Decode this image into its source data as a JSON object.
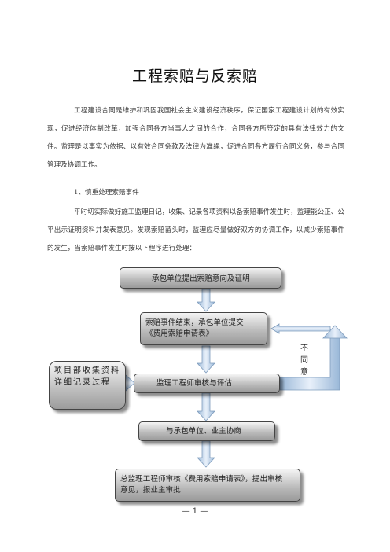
{
  "title": "工程索赔与反索赔",
  "paragraphs": [
    "工程建设合同是维护和巩固我国社会主义建设经济秩序，保证国家工程建设计划的有效实现，促进经济体制改革，加强合同各方当事人之间的合作，合同各方所签定的具有法律效力的文件。监理是以事实为依据、以有效合同条款及法律为准绳，促进合同各方履行合同义务，参与合同管理及协调工作。",
    "平时切实际做好施工监理日记，收集、记录各项资料以备索赔事件发生时，监理能公正、公平出示证明资料并发表意见。发现索赔苗头时，监理应尽量做好双方的协调工作，以减少索赔事件的发生，当索赔事件发生时按以下程序进行处理："
  ],
  "section_heading": "1、慎重处理索赔事件",
  "flowchart": {
    "step1": "承包单位提出索赔意向及证明",
    "step2_line1": "索赔事件结束，承包单位提交",
    "step2_line2": "《费用索赔申请表》",
    "step3": "监理工程师审核与评估",
    "step4": "与承包单位、业主协商",
    "step5_line1": "总监理工程师审核《费用索赔申请表》，提出审核",
    "step5_line2": "意见，报业主审批",
    "side_box": "项目部收集资料详细记录过程",
    "reject_label": "不同意"
  },
  "page_number": "— 1 —"
}
